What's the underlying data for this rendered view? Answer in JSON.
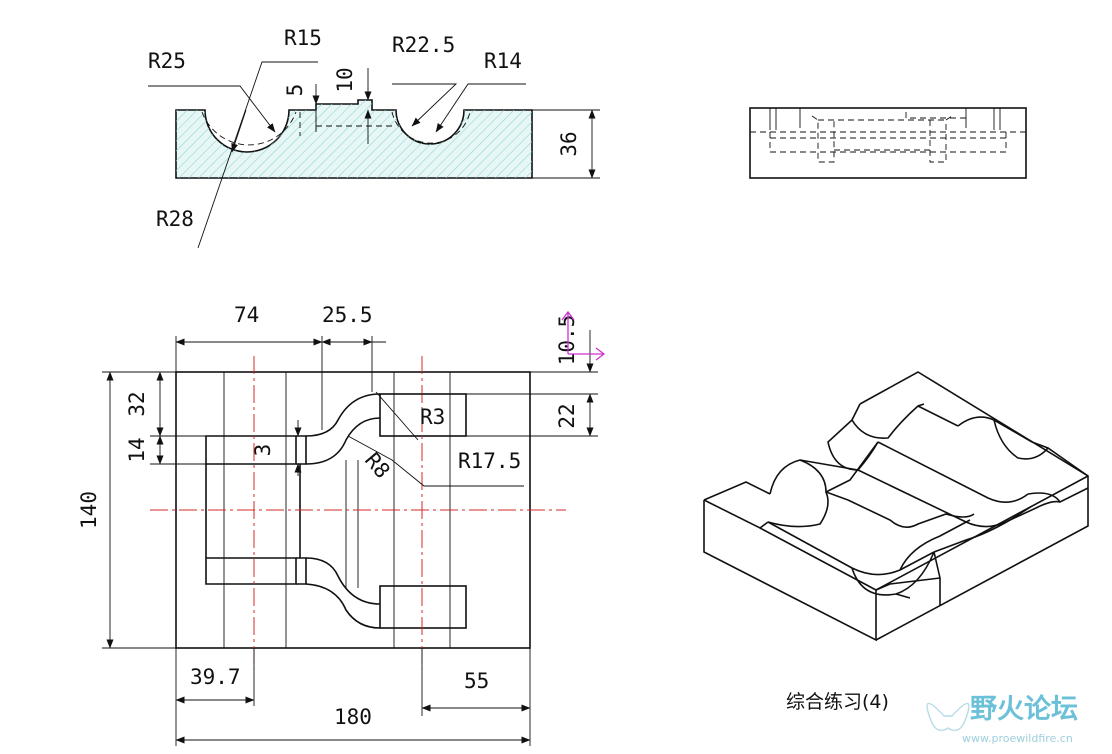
{
  "dimensions": {
    "r15": "R15",
    "r25": "R25",
    "r22_5": "R22.5",
    "r14": "R14",
    "d10": "10",
    "d5": "5",
    "d36": "36",
    "r28": "R28",
    "d74": "74",
    "d25_5": "25.5",
    "d10_5": "10.5",
    "d32": "32",
    "d14": "14",
    "d22": "22",
    "r3": "R3",
    "r8": "R8",
    "r17_5": "R17.5",
    "d3": "3",
    "d140": "140",
    "d39_7": "39.7",
    "d55": "55",
    "d180": "180"
  },
  "caption": "综合练习(4)",
  "watermark": {
    "name": "野火论坛",
    "url": "www.proewildfire.cn"
  },
  "colors": {
    "outline": "#111111",
    "center_line": "#d42a2a",
    "section_hatch": "#8fd3d3",
    "section_fill": "#e6f7f6",
    "ucs_marker": "#cc33cc",
    "watermark": "#6cc1d9"
  }
}
